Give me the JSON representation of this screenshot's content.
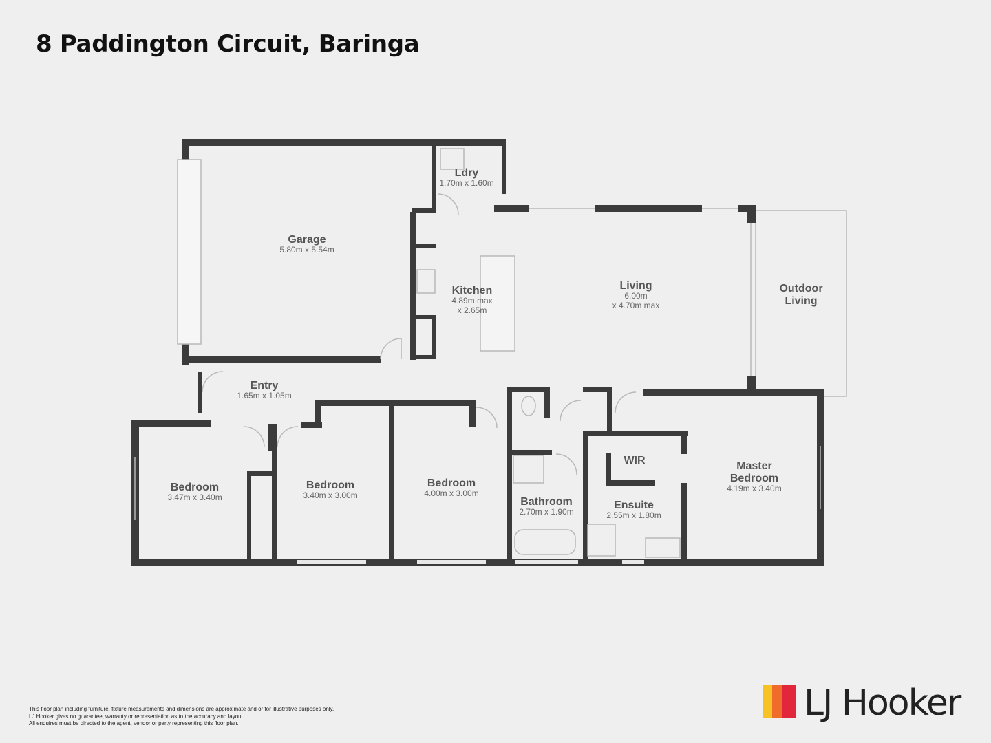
{
  "title": "8 Paddington Circuit, Baringa",
  "rooms": [
    {
      "key": "garage",
      "name": "Garage",
      "dims": [
        "5.80m x 5.54m"
      ]
    },
    {
      "key": "laundry",
      "name": "Ldry",
      "dims": [
        "1.70m x 1.60m"
      ]
    },
    {
      "key": "kitchen",
      "name": "Kitchen",
      "dims": [
        "4.89m max",
        "x 2.65m"
      ]
    },
    {
      "key": "living",
      "name": "Living",
      "dims": [
        "6.00m",
        "x 4.70m max"
      ]
    },
    {
      "key": "outdoor",
      "name": "Outdoor",
      "dims": [
        "Living"
      ]
    },
    {
      "key": "entry",
      "name": "Entry",
      "dims": [
        "1.65m x 1.05m"
      ]
    },
    {
      "key": "bedroom1",
      "name": "Bedroom",
      "dims": [
        "3.47m x 3.40m"
      ]
    },
    {
      "key": "bedroom2",
      "name": "Bedroom",
      "dims": [
        "3.40m x 3.00m"
      ]
    },
    {
      "key": "bedroom3",
      "name": "Bedroom",
      "dims": [
        "4.00m x 3.00m"
      ]
    },
    {
      "key": "bathroom",
      "name": "Bathroom",
      "dims": [
        "2.70m x 1.90m"
      ]
    },
    {
      "key": "wir",
      "name": "WIR",
      "dims": []
    },
    {
      "key": "ensuite",
      "name": "Ensuite",
      "dims": [
        "2.55m x 1.80m"
      ]
    },
    {
      "key": "master",
      "name": "Master",
      "dims": [
        "Bedroom",
        "4.19m x 3.40m"
      ]
    }
  ],
  "disclaimer": [
    "This floor plan including furniture, fixture measurements and dimensions are approximate and or for illustrative purposes only.",
    "LJ Hooker gives no guarantee, warranty or representation as to the accuracy and layout.",
    "All enquires must be directed to the agent, vendor or party representing this floor plan."
  ],
  "brand": {
    "name": "LJ Hooker",
    "colors": [
      "#f6c226",
      "#ef6c2b",
      "#e2263b"
    ]
  }
}
